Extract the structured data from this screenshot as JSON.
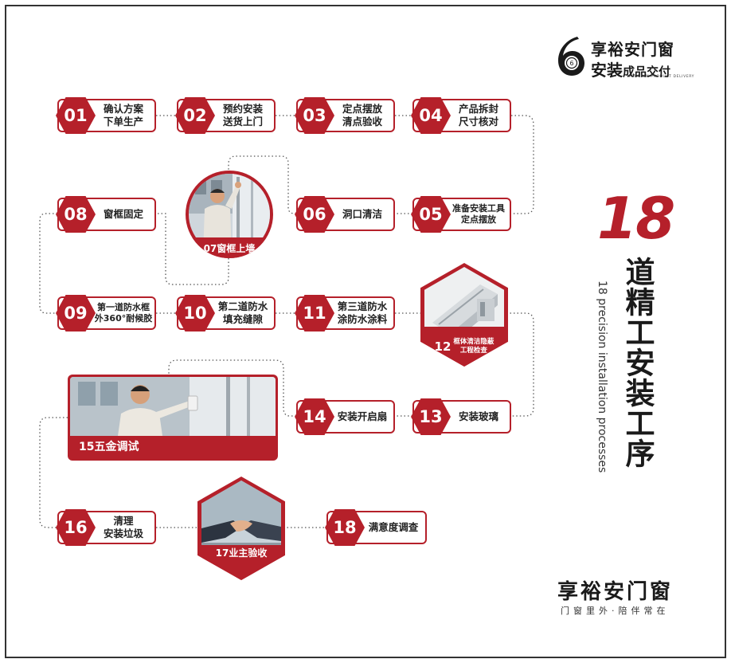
{
  "logo": {
    "line1": "享裕安门窗",
    "line2_big": "安装",
    "line2_small": "成品交付",
    "line3": "PREMIUM PRODUCT DELIVERY",
    "badge": "6"
  },
  "title": {
    "number": "18",
    "text": "道精工安装工序",
    "subtitle": "18 precision installation processes"
  },
  "steps": [
    {
      "num": "01",
      "lines": [
        "确认方案",
        "下单生产"
      ]
    },
    {
      "num": "02",
      "lines": [
        "预约安装",
        "送货上门"
      ]
    },
    {
      "num": "03",
      "lines": [
        "定点摆放",
        "清点验收"
      ]
    },
    {
      "num": "04",
      "lines": [
        "产品拆封",
        "尺寸核对"
      ]
    },
    {
      "num": "05",
      "lines": [
        "准备安装工具",
        "定点摆放"
      ]
    },
    {
      "num": "06",
      "lines": [
        "洞口清洁"
      ]
    },
    {
      "num": "08",
      "lines": [
        "窗框固定"
      ]
    },
    {
      "num": "09",
      "lines": [
        "第一道防水框",
        "外360°耐候胶"
      ]
    },
    {
      "num": "10",
      "lines": [
        "第二道防水",
        "填充缝隙"
      ]
    },
    {
      "num": "11",
      "lines": [
        "第三道防水",
        "涂防水涂料"
      ]
    },
    {
      "num": "13",
      "lines": [
        "安装玻璃"
      ]
    },
    {
      "num": "14",
      "lines": [
        "安装开启扇"
      ]
    },
    {
      "num": "16",
      "lines": [
        "清理",
        "安装垃圾"
      ]
    },
    {
      "num": "18",
      "lines": [
        "满意度调查"
      ]
    }
  ],
  "photo_steps": {
    "s07": "07窗框上墙",
    "s12_line1": "12",
    "s12_line2": "框体清洁隐蔽",
    "s12_line3": "工程检查",
    "s15": "15五金调试",
    "s17": "17业主验收"
  },
  "footer": {
    "brand": "享裕安门窗",
    "slogan": "门窗里外·陪伴常在"
  },
  "colors": {
    "accent": "#b5202a",
    "text": "#222222"
  }
}
